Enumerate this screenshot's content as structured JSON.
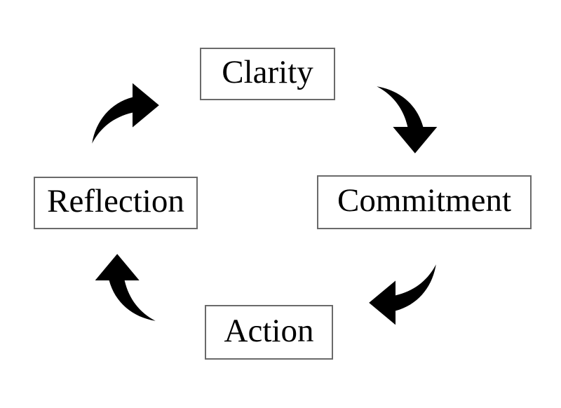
{
  "diagram": {
    "type": "cycle",
    "background_color": "#ffffff",
    "box_fill_color": "#ffffff",
    "box_border_color": "#6a6a6a",
    "text_color": "#000000",
    "arrow_color": "#000000",
    "cycle_order": [
      "Clarity",
      "Commitment",
      "Action",
      "Reflection"
    ],
    "nodes": [
      {
        "id": "clarity",
        "label": "Clarity",
        "position": "top"
      },
      {
        "id": "commitment",
        "label": "Commitment",
        "position": "right"
      },
      {
        "id": "action",
        "label": "Action",
        "position": "bottom"
      },
      {
        "id": "reflection",
        "label": "Reflection",
        "position": "left"
      }
    ],
    "arrows": [
      {
        "from": "Clarity",
        "to": "Commitment",
        "direction": "down",
        "style": "curved-solid"
      },
      {
        "from": "Commitment",
        "to": "Action",
        "direction": "left",
        "style": "curved-solid"
      },
      {
        "from": "Action",
        "to": "Reflection",
        "direction": "up",
        "style": "curved-solid"
      },
      {
        "from": "Reflection",
        "to": "Clarity",
        "direction": "right",
        "style": "curved-solid"
      }
    ]
  }
}
